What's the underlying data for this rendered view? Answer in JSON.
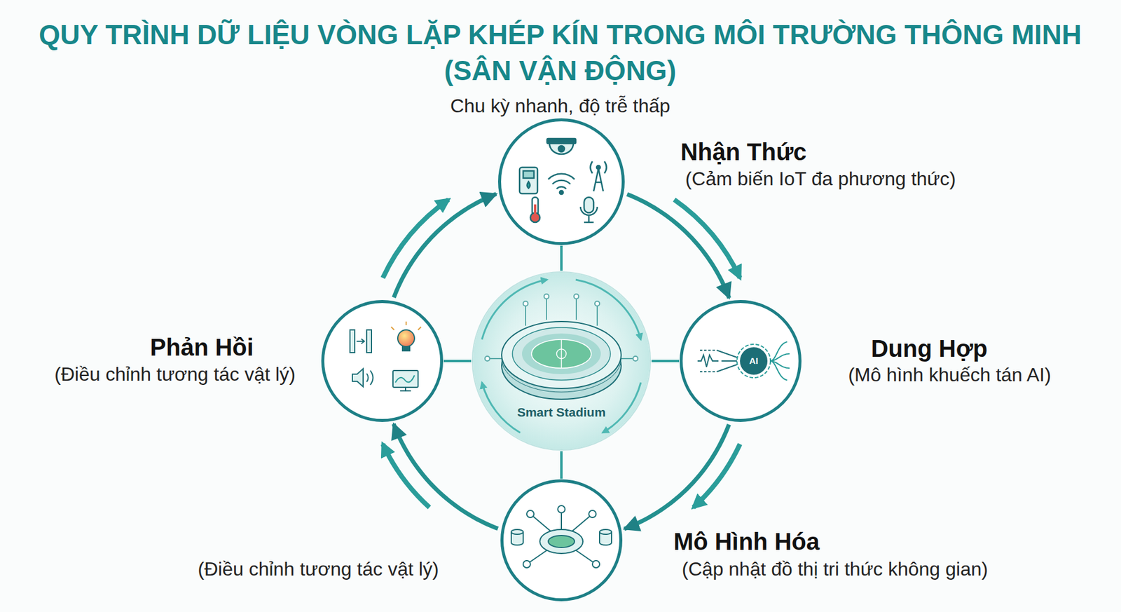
{
  "diagram": {
    "title": "QUY TRÌNH DỮ LIỆU VÒNG LẶP KHÉP KÍN TRONG MÔI TRƯỜNG THÔNG MINH (SÂN VẬN ĐỘNG)",
    "nodes": [
      {
        "text": [
          "Nhận Thức",
          "(Cảm biến IoT đa phương thức)"
        ]
      },
      {
        "text": [
          "Dung Hợp",
          "(Mô hình khuếch tán AI)"
        ]
      },
      {
        "text": [
          "Mô Hình Hóa",
          "(Cập nhật đồ thị tri thức không gian)"
        ]
      },
      {
        "text": [
          "Phản Hồi",
          "(Điều chỉnh tương tác vật lý)"
        ]
      },
      {
        "text": [
          "Smart Stadium"
        ]
      }
    ],
    "edges": [
      {
        "from": 0,
        "to": 1,
        "arrow": "to"
      },
      {
        "from": 1,
        "to": 2,
        "arrow": "to"
      },
      {
        "from": 2,
        "to": 3,
        "arrow": "to"
      },
      {
        "from": 3,
        "to": 0,
        "arrow": "to"
      },
      {
        "from": 4,
        "to": 0,
        "arrow": "none"
      },
      {
        "from": 4,
        "to": 1,
        "arrow": "none"
      },
      {
        "from": 4,
        "to": 2,
        "arrow": "none"
      },
      {
        "from": 4,
        "to": 3,
        "arrow": "none"
      }
    ],
    "labels": [
      "Chu kỳ nhanh, độ trễ thấp",
      "AI",
      "(Điều chỉnh tương tác vật lý)"
    ]
  }
}
